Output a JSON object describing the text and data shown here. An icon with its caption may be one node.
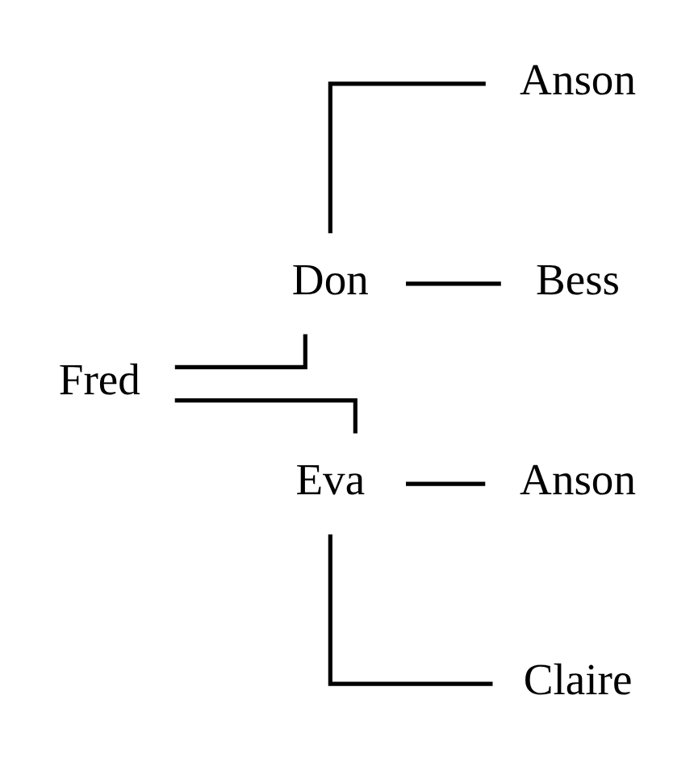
{
  "diagram": {
    "nodes": [
      {
        "text": [
          "Fred"
        ]
      },
      {
        "text": [
          "Don"
        ]
      },
      {
        "text": [
          "Anson"
        ]
      },
      {
        "text": [
          "Bess"
        ]
      },
      {
        "text": [
          "Eva"
        ]
      },
      {
        "text": [
          "Anson"
        ]
      },
      {
        "text": [
          "Claire"
        ]
      }
    ],
    "edges": [
      {
        "from": 0,
        "to": 1,
        "arrow": "none"
      },
      {
        "from": 0,
        "to": 4,
        "arrow": "none"
      },
      {
        "from": 1,
        "to": 2,
        "arrow": "none"
      },
      {
        "from": 1,
        "to": 3,
        "arrow": "none"
      },
      {
        "from": 4,
        "to": 5,
        "arrow": "none"
      },
      {
        "from": 4,
        "to": 6,
        "arrow": "none"
      }
    ]
  }
}
